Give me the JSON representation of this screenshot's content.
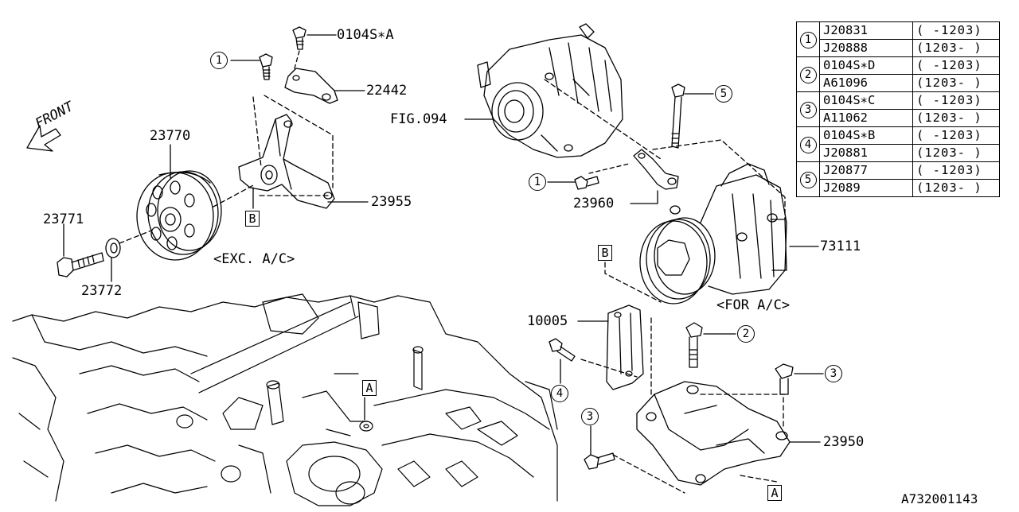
{
  "front_label": "FRONT",
  "figure_id": "A732001143",
  "labels": {
    "bolt_0104S_A": "0104S∗A",
    "bracket_22442": "22442",
    "pulley_23770": "23770",
    "bolt_23771": "23771",
    "washer_23772": "23772",
    "bracket_23955": "23955",
    "fig_094": "FIG.094",
    "bracket_23960": "23960",
    "compressor_73111": "73111",
    "bracket_10005": "10005",
    "bracket_23950": "23950",
    "exc_ac": "<EXC. A/C>",
    "for_ac": "<FOR A/C>"
  },
  "callouts": {
    "c1_top": "1",
    "c1_mid": "1",
    "c5": "5",
    "c2": "2",
    "c3_right": "3",
    "c4": "4",
    "c3_left": "3"
  },
  "boxes": {
    "b_left": "B",
    "b_right": "B",
    "a_engine": "A",
    "a_bottom": "A"
  },
  "parts_table": [
    {
      "ref": "1",
      "rows": [
        {
          "part": "J20831",
          "range": "( -1203)"
        },
        {
          "part": "J20888",
          "range": "(1203- )"
        }
      ]
    },
    {
      "ref": "2",
      "rows": [
        {
          "part": "0104S∗D",
          "range": "( -1203)"
        },
        {
          "part": "A61096",
          "range": "(1203- )"
        }
      ]
    },
    {
      "ref": "3",
      "rows": [
        {
          "part": "0104S∗C",
          "range": "( -1203)"
        },
        {
          "part": "A11062",
          "range": "(1203- )"
        }
      ]
    },
    {
      "ref": "4",
      "rows": [
        {
          "part": "0104S∗B",
          "range": "( -1203)"
        },
        {
          "part": "J20881",
          "range": "(1203- )"
        }
      ]
    },
    {
      "ref": "5",
      "rows": [
        {
          "part": "J20877",
          "range": "( -1203)"
        },
        {
          "part": "J2089",
          "range": "(1203- )"
        }
      ]
    }
  ]
}
